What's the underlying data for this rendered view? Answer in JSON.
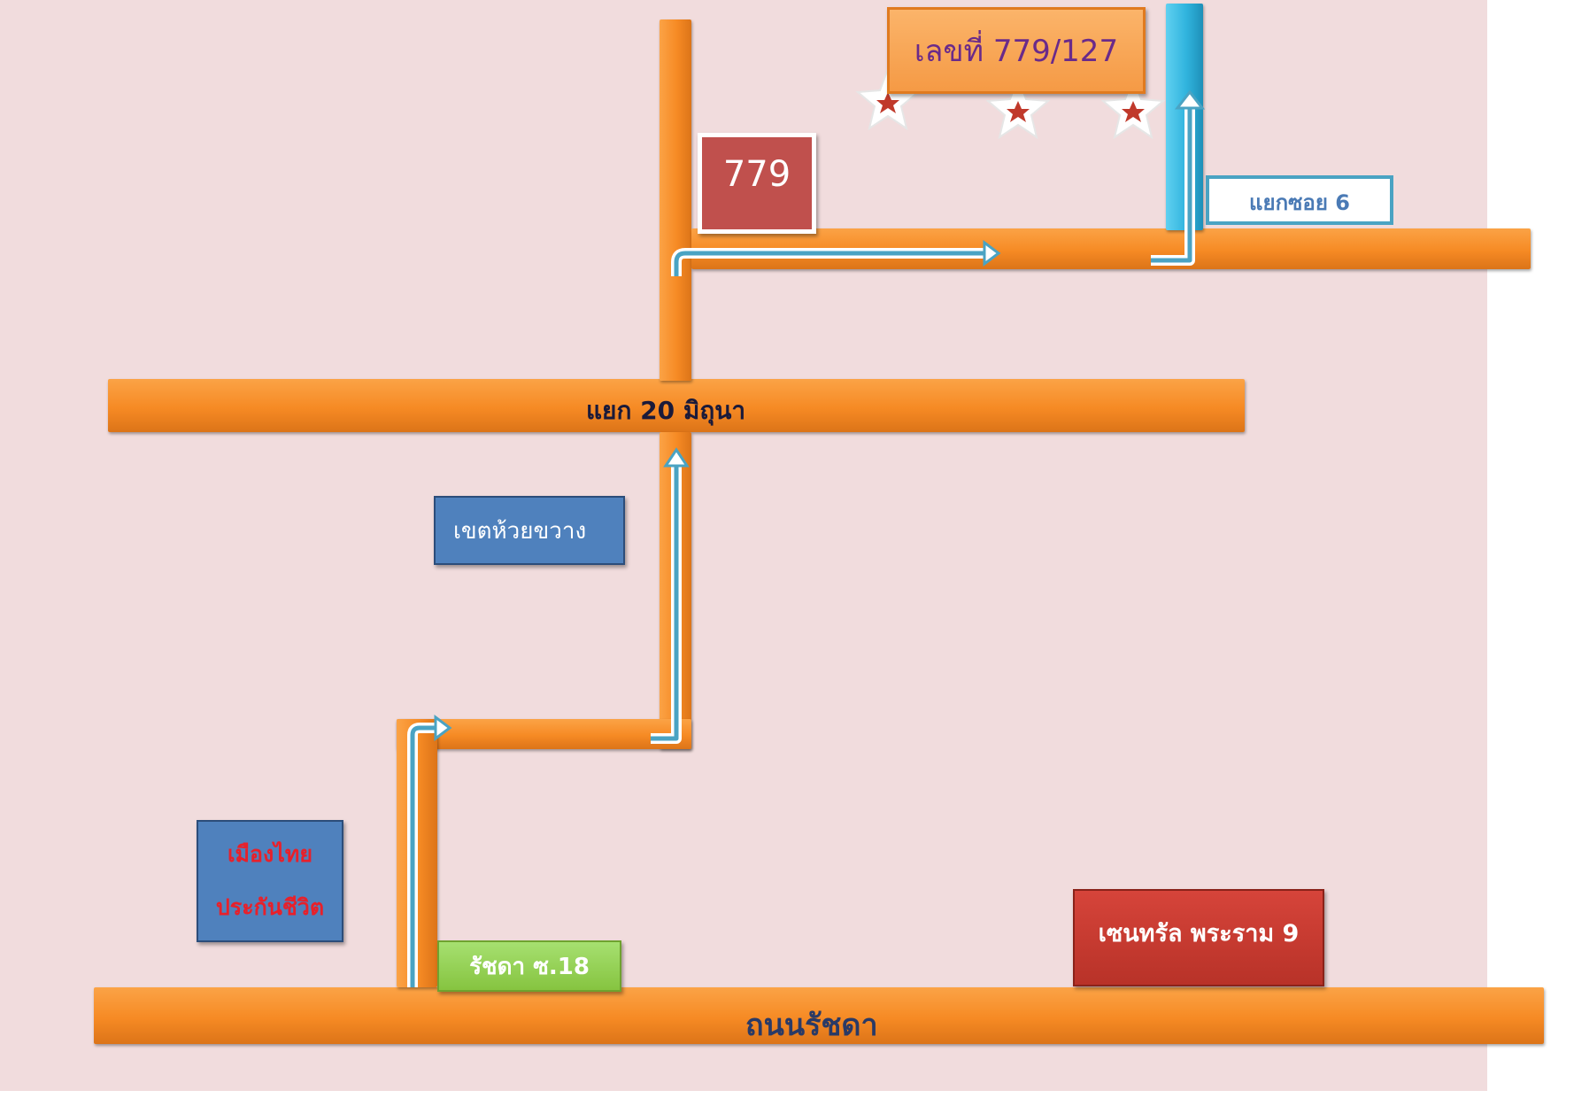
{
  "roads": {
    "main_bottom": "ถนนรัชดา",
    "middle": "แยก 20 มิถุนา"
  },
  "labels": {
    "address": "เลขที่ 779/127",
    "building": "779",
    "junction_soi6": "แยกซอย 6",
    "district": "เขตห้วยขวาง",
    "muang_thai_line1": "เมืองไทย",
    "muang_thai_line2": "ประกันชีวิต",
    "ratchada_soi": "รัชดา ซ.18",
    "central": "เซนทรัล พระราม 9"
  },
  "colors": {
    "background": "#f1dcdd",
    "road": "#f68a24",
    "route_arrow": "#4aa3c3",
    "blue_road": "#30b4de",
    "building_box": "#c0504d",
    "district_box": "#4f81bd",
    "soi_box": "#92d050",
    "central_box": "#c0392b"
  },
  "icons": [
    "star-icon",
    "star-icon",
    "star-icon",
    "route-arrow-icon"
  ]
}
